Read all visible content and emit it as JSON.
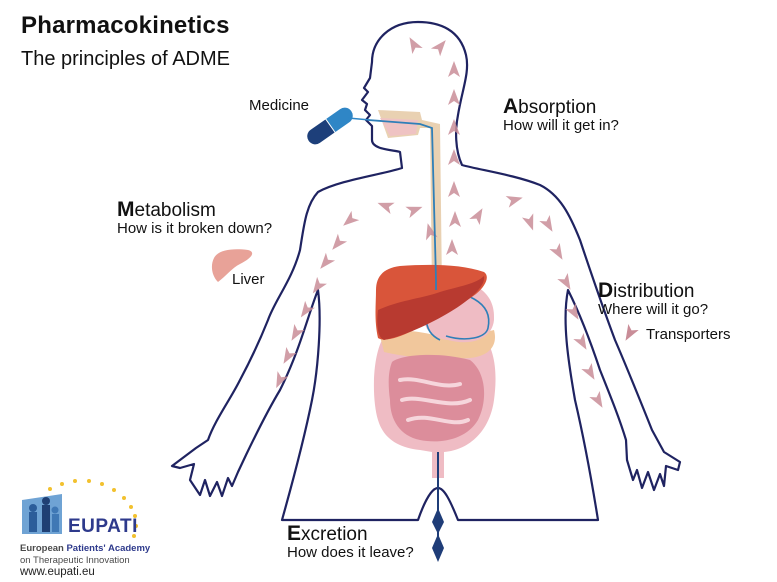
{
  "header": {
    "title": "Pharmacokinetics",
    "subtitle": "The principles of ADME"
  },
  "labels": {
    "medicine": "Medicine",
    "liver": "Liver",
    "transporters": "Transporters"
  },
  "stages": {
    "absorption": {
      "initial": "A",
      "rest": "bsorption",
      "question": "How will it get in?"
    },
    "metabolism": {
      "initial": "M",
      "rest": "etabolism",
      "question": "How is it broken down?"
    },
    "distribution": {
      "initial": "D",
      "rest": "istribution",
      "question": "Where will it go?"
    },
    "excretion": {
      "initial": "E",
      "rest": "xcretion",
      "question": "How does it leave?"
    }
  },
  "logo": {
    "name": "EUPATI",
    "line1_a": "European ",
    "line1_b": "Patients' Academy",
    "line2": "on Therapeutic Innovation",
    "url": "www.eupati.eu"
  },
  "colors": {
    "outline": "#1f2361",
    "arrow": "#c98d98",
    "liver_light": "#d9553a",
    "liver_dark": "#b83a30",
    "intestine": "#dc8d9b",
    "colon": "#efbcc4",
    "pancreas": "#f1c79c",
    "esophagus": "#e3c9a5",
    "tract_line": "#2f7fb8",
    "pill_light": "#2f86c6",
    "pill_dark": "#1d3f7a",
    "excretion_arrow": "#1f3d78",
    "star": "#f2c12e",
    "logo_blue": "#2e3a8c"
  }
}
